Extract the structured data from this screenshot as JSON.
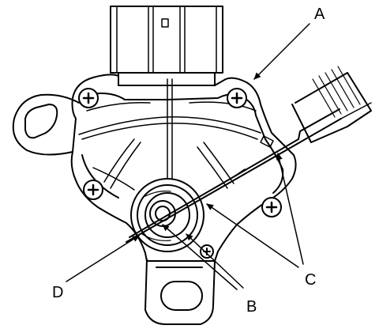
{
  "diagram": {
    "callouts": {
      "a": "A",
      "b": "B",
      "c": "C",
      "d": "D"
    }
  }
}
